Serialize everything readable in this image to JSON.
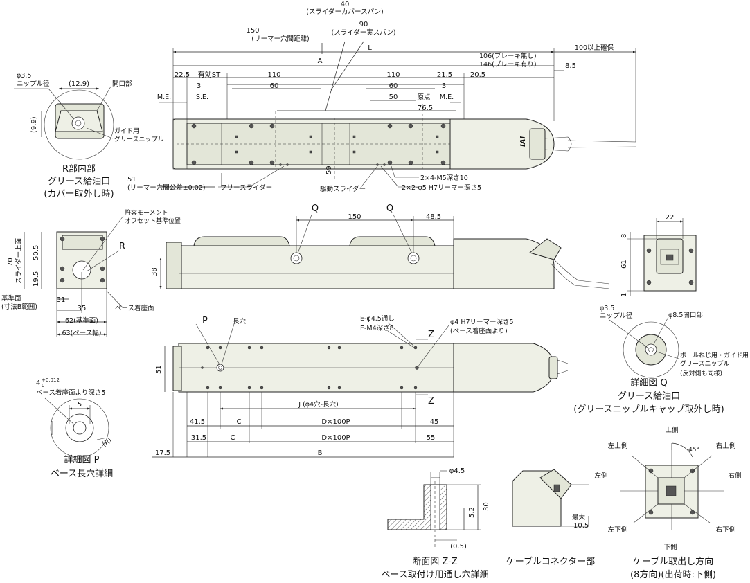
{
  "top_dims": {
    "d40": "40",
    "d40_note": "(スライダーカバースパン)",
    "d90": "90",
    "d90_note": "(スライダー実スパン)",
    "d150": "150",
    "d150_note": "(リーマー穴間距離)",
    "A": "A",
    "L": "L",
    "brake_none": "106(ブレーキ無し)",
    "brake_with": "146(ブレーキ有り)",
    "d100": "100以上確保",
    "d8_5": "8.5",
    "d22_5": "22.5",
    "stroke": "有効ST",
    "d110a": "110",
    "d110b": "110",
    "d21_5": "21.5",
    "d20_5": "20.5",
    "d3a": "3",
    "d3b": "3",
    "d60a": "60",
    "d60b": "60",
    "d50": "50",
    "origin": "原点",
    "d76_5": "76.5",
    "me1": "M.E.",
    "se": "S.E.",
    "me2": "M.E.",
    "d59": "59",
    "d51": "51",
    "d51_note": "(リーマー穴間公差±0.02)",
    "free_slider": "フリースライダー",
    "drive_slider": "駆動スライダー",
    "m5": "2×4-M5深さ10",
    "reamer": "2×2-φ5 H7リーマー深さ5"
  },
  "detail_r": {
    "phi35": "φ3.5",
    "nipple_dia": "ニップル径",
    "d12_9": "(12.9)",
    "opening": "開口部",
    "d9_9": "(9.9)",
    "guide_1": "ガイド用",
    "guide_2": "グリースニップル",
    "title1": "R部内部",
    "title2": "グリース給油口",
    "title3": "(カバー取外し時)"
  },
  "end_view": {
    "moment_1": "許容モーメント",
    "moment_2": "オフセット基準位置",
    "R": "R",
    "d70": "70",
    "d70_note": "スライダー上面",
    "d50_5": "50.5",
    "d19_5": "19.5",
    "ref_face": "基準面",
    "ref_note": "(寸法B範囲)",
    "d31": "31",
    "d35": "35",
    "d62": "62(基準面)",
    "d63": "63(ベース幅)",
    "base_face": "ベース着座面"
  },
  "side_view": {
    "Q1": "Q",
    "Q2": "Q",
    "d150": "150",
    "d48_5": "48.5",
    "d38": "38"
  },
  "right_end": {
    "d22": "22",
    "d8": "8",
    "d61": "61",
    "d1": "1"
  },
  "bottom_view": {
    "P": "P",
    "long_hole": "長穴",
    "e45": "E-φ4.5通し",
    "em4": "E-M4深さ8",
    "phi4": "φ4 H7リーマー深さ5",
    "phi4_note": "(ベース着座面より)",
    "Z1": "Z",
    "Z2": "Z",
    "d51": "51",
    "J": "J (φ4穴-長穴)",
    "d41_5": "41.5",
    "C1": "C",
    "D1": "D×100P",
    "d45": "45",
    "d31_5": "31.5",
    "C2": "C",
    "D2": "D×100P",
    "d55": "55",
    "d17_5": "17.5",
    "B": "B"
  },
  "detail_p": {
    "tol_4": "4",
    "tol_up": "+0.012",
    "tol_low": "0",
    "note": "ベース着座面より深さ5",
    "d5": "5",
    "R": "(R)",
    "title1": "詳細図 P",
    "title2": "ベース長穴詳細"
  },
  "detail_q": {
    "phi35": "φ3.5",
    "nipple_dia": "ニップル径",
    "phi85": "φ8.5開口部",
    "nipple_1": "ボールねじ用・ガイド用",
    "nipple_2": "グリースニップル",
    "nipple_3": "(反対側も同様)",
    "title1": "詳細図 Q",
    "title2": "グリース給油口",
    "title3": "(グリースニップルキャップ取外し時)"
  },
  "section_zz": {
    "phi45": "φ4.5",
    "d5_2": "5.2",
    "d30": "30",
    "d0_5": "(0.5)",
    "title1": "断面図 Z-Z",
    "title2": "ベース取付け用通し穴詳細"
  },
  "connector": {
    "max": "最大",
    "d10_5": "10.5",
    "title": "ケーブルコネクター部"
  },
  "cable_dir": {
    "top": "上側",
    "top_left": "左上側",
    "top_right": "右上側",
    "left": "左側",
    "right": "右側",
    "bottom_left": "左下側",
    "bottom_right": "右下側",
    "bottom": "下側",
    "angle": "45°",
    "title1": "ケーブル取出し方向",
    "title2": "(8方向)(出荷時:下側)"
  },
  "logo": "IAI"
}
